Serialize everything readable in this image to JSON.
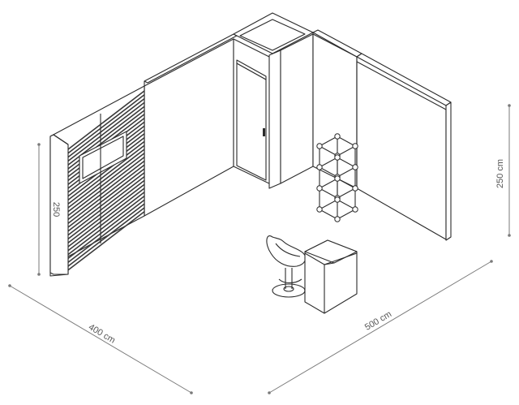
{
  "dimensions": {
    "wall_left_height": "250",
    "wall_right_height": "250 cm",
    "depth": "400 cm",
    "width": "500 cm"
  },
  "colors": {
    "line": "#2b2b2b",
    "dimension_line": "#7a7a7a",
    "label": "#555555",
    "background": "#ffffff"
  },
  "elements": [
    "booth-walls",
    "storage-room",
    "door",
    "slatwall-panel",
    "display-shelf-cubes",
    "counter",
    "swivel-chair"
  ]
}
